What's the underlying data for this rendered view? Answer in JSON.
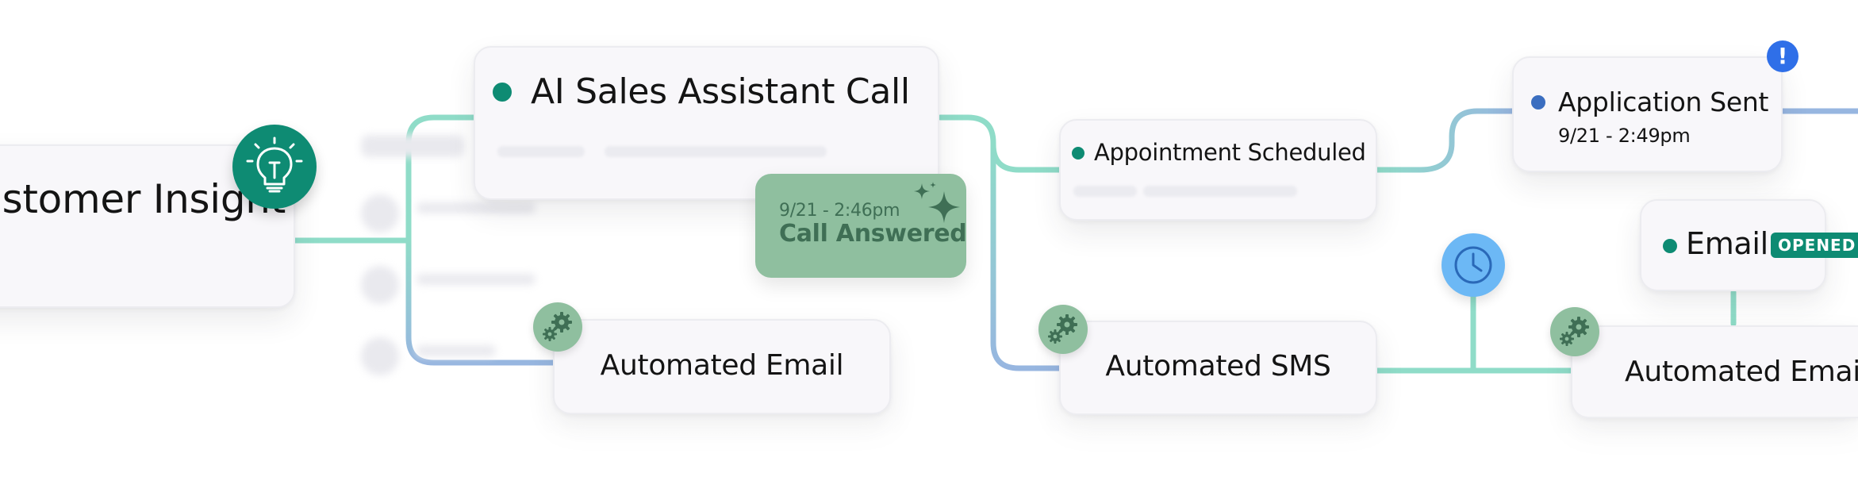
{
  "nodes": {
    "customer_insight": {
      "title": "Customer Insight",
      "icon": "lightbulb-icon",
      "accent": "#0e8b73"
    },
    "ai_call": {
      "title": "AI Sales Assistant Call",
      "dot_color": "#0e8b73"
    },
    "call_answered": {
      "timestamp": "9/21 - 2:46pm",
      "label": "Call Answered",
      "icon": "sparkle-icon",
      "color": "#8fbf9f"
    },
    "automated_email_1": {
      "title": "Automated Email",
      "icon": "gear-icon"
    },
    "appointment": {
      "title": "Appointment Scheduled",
      "dot_color": "#0e8b73"
    },
    "automated_sms": {
      "title": "Automated SMS",
      "icon": "gear-icon"
    },
    "wait": {
      "icon": "clock-icon",
      "color": "#6cb8f5"
    },
    "application_sent": {
      "title": "Application Sent",
      "timestamp": "9/21 - 2:49pm",
      "dot_color": "#3b6ec0",
      "alert": "!",
      "alert_color": "#2f6fe8"
    },
    "email": {
      "title": "Email",
      "badge": "OPENED",
      "dot_color": "#0e8b73",
      "badge_color": "#0e8b73"
    },
    "automated_email_2": {
      "title": "Automated Email",
      "icon": "gear-icon"
    }
  },
  "colors": {
    "connector_green": "#8fdcc8",
    "connector_blue": "#97b6e0"
  }
}
